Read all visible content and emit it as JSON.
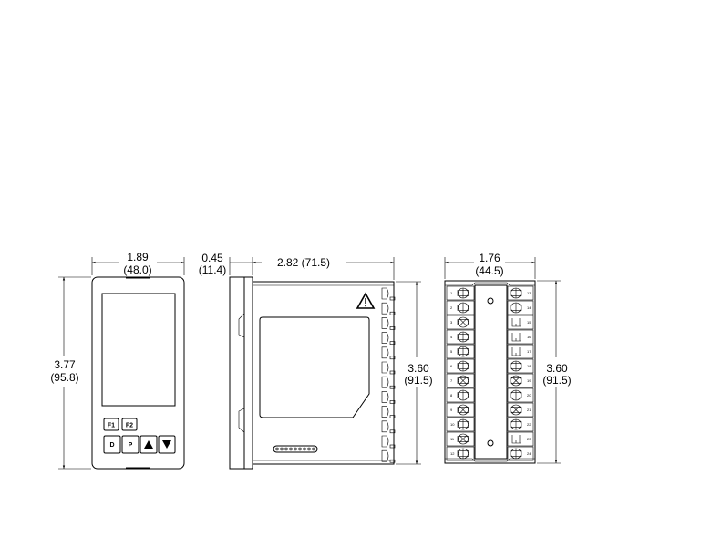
{
  "front_view": {
    "width_in": "1.89",
    "width_mm": "(48.0)",
    "height_in": "3.77",
    "height_mm": "(95.8)",
    "buttons": {
      "f1": "F1",
      "f2": "F2",
      "d": "D",
      "p": "P"
    },
    "arrow_buttons": [
      "up-arrow-icon",
      "down-arrow-icon"
    ]
  },
  "side_view": {
    "bezel_in": "0.45",
    "bezel_mm": "(11.4)",
    "depth_label": "2.82 (71.5)",
    "height_in": "3.60",
    "height_mm": "(91.5)",
    "warning_icon": "warning-triangle-icon"
  },
  "rear_view": {
    "width_in": "1.76",
    "width_mm": "(44.5)",
    "height_in": "3.60",
    "height_mm": "(91.5)",
    "terminals_left": [
      "1",
      "2",
      "3",
      "4",
      "5",
      "6",
      "7",
      "8",
      "9",
      "10",
      "11",
      "12"
    ],
    "terminals_right": [
      "13",
      "14",
      "15",
      "16",
      "17",
      "18",
      "19",
      "20",
      "21",
      "22",
      "23",
      "24"
    ]
  }
}
